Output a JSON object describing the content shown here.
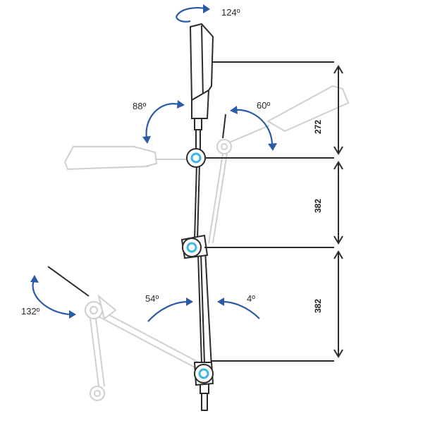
{
  "rotation_labels": {
    "head_swivel": "124º",
    "head_tilt_left": "88º",
    "head_tilt_right": "60º",
    "lower_arm_left": "54º",
    "lower_arm_right": "4º",
    "base_joint": "132º"
  },
  "dimensions": {
    "upper": "272",
    "middle": "382",
    "lower": "382"
  },
  "colors": {
    "arrow": "#2b5aa6",
    "joint_ring": "#3fb7e5",
    "ghost": "#cfcfcf",
    "line": "#2b2b2b"
  }
}
